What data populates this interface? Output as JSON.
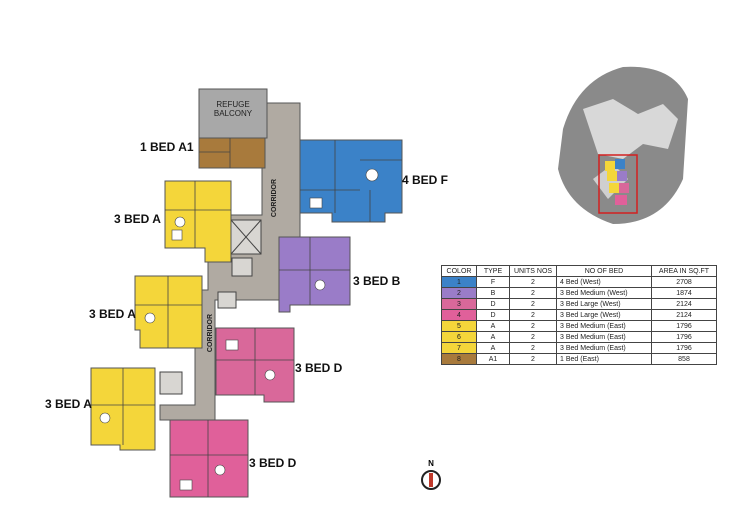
{
  "labels": {
    "refuge_balcony_1": "REFUGE",
    "refuge_balcony_2": "BALCONY",
    "corridor_upper": "CORRIDOR",
    "corridor_lower": "CORRIDOR",
    "north": "N"
  },
  "units": [
    {
      "id": "1-bed-a1",
      "label": "1 BED A1",
      "color": "#a87a3c"
    },
    {
      "id": "4-bed-f",
      "label": "4 BED F",
      "color": "#3b82c8"
    },
    {
      "id": "3-bed-a-top",
      "label": "3 BED A",
      "color": "#f4d63a"
    },
    {
      "id": "3-bed-b",
      "label": "3 BED B",
      "color": "#9a7cc8"
    },
    {
      "id": "3-bed-a-mid",
      "label": "3 BED A",
      "color": "#f4d63a"
    },
    {
      "id": "3-bed-d-mid",
      "label": "3 BED D",
      "color": "#d9689a"
    },
    {
      "id": "3-bed-a-bottom",
      "label": "3 BED A",
      "color": "#f4d63a"
    },
    {
      "id": "3-bed-d-bottom",
      "label": "3 BED D",
      "color": "#d9689a"
    }
  ],
  "legend": {
    "headers": [
      "COLOR",
      "TYPE",
      "UNITS NOS",
      "NO OF BED",
      "AREA IN SQ.FT"
    ],
    "rows": [
      {
        "color_no": "1",
        "swatch": "#3b82c8",
        "type": "F",
        "units": "2",
        "bed": "4 Bed  (West)",
        "area": "2708"
      },
      {
        "color_no": "2",
        "swatch": "#9a7cc8",
        "type": "B",
        "units": "2",
        "bed": "3 Bed Medium (West)",
        "area": "1874"
      },
      {
        "color_no": "3",
        "swatch": "#d9689a",
        "type": "D",
        "units": "2",
        "bed": "3 Bed Large (West)",
        "area": "2124"
      },
      {
        "color_no": "4",
        "swatch": "#e0609a",
        "type": "D",
        "units": "2",
        "bed": "3 Bed Large (West)",
        "area": "2124"
      },
      {
        "color_no": "5",
        "swatch": "#f4d63a",
        "type": "A",
        "units": "2",
        "bed": "3 Bed Medium (East)",
        "area": "1796"
      },
      {
        "color_no": "6",
        "swatch": "#f4d63a",
        "type": "A",
        "units": "2",
        "bed": "3 Bed Medium (East)",
        "area": "1796"
      },
      {
        "color_no": "7",
        "swatch": "#f4d63a",
        "type": "A",
        "units": "2",
        "bed": "3 Bed Medium (East)",
        "area": "1796"
      },
      {
        "color_no": "8",
        "swatch": "#a87a3c",
        "type": "A1",
        "units": "2",
        "bed": "1 Bed (East)",
        "area": "858"
      }
    ]
  },
  "colors": {
    "corridor": "#b0aaa2",
    "refuge": "#a8a8a8",
    "wall": "#555555",
    "keyplan_bg": "#8a8a8a",
    "highlight": "#d22020"
  }
}
